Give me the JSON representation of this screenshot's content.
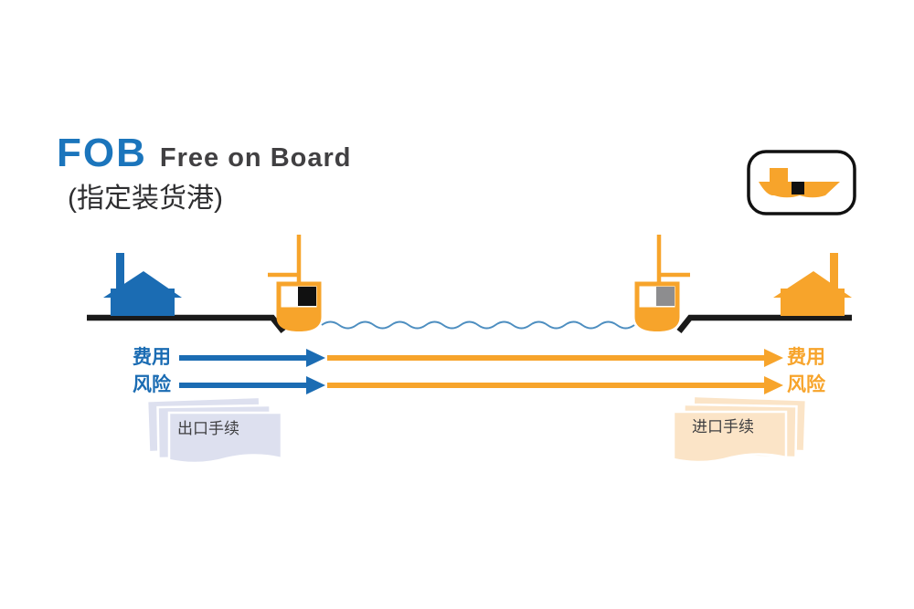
{
  "title": {
    "code": "FOB",
    "name": "Free on Board",
    "subtitle": "(指定装货港)"
  },
  "badge": {
    "icon": "cargo-ship-icon"
  },
  "flow_labels": {
    "seller_cost": "费用",
    "seller_risk": "风险",
    "buyer_cost": "费用",
    "buyer_risk": "风险"
  },
  "documents": {
    "export": "出口手续",
    "import": "进口手续"
  },
  "colors": {
    "title_blue": "#1b75bc",
    "blue": "#1b6cb3",
    "orange": "#f7a42b",
    "dark_text": "#414042",
    "water_blue": "#4d8ec0",
    "cargo_black": "#111111",
    "cargo_gray": "#8d8d8f",
    "ground_black": "#1a1a1a",
    "export_doc_fill": "#dde0ef",
    "import_doc_fill": "#fbe4c7"
  }
}
